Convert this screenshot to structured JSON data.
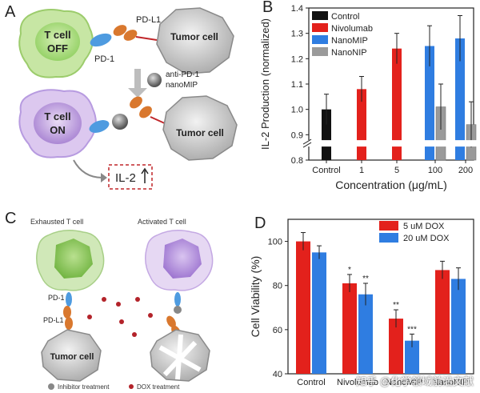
{
  "panels": {
    "a": "A",
    "b": "B",
    "c": "C",
    "d": "D"
  },
  "diagramA": {
    "tcell_off": [
      "T cell",
      "OFF"
    ],
    "tcell_on": [
      "T cell",
      "ON"
    ],
    "pdl1": "PD-L1",
    "pd1": "PD-1",
    "tumor1": "Tumor cell",
    "tumor2": "Tumor cell",
    "nanomip_label": [
      "anti-PD-1",
      "nanoMIP"
    ],
    "il2": "IL-2"
  },
  "diagramC": {
    "exhausted": "Exhausted T cell",
    "activated": "Activated T cell",
    "pd1": "PD-1",
    "pdl1": "PD-L1",
    "tumor": "Tumor cell",
    "legend_inhibitor": "Inhibitor treatment",
    "legend_dox": "DOX treatment"
  },
  "watermark": "知乎 @化学领域前沿文献",
  "colors": {
    "red": "#e3211c",
    "blue": "#2f7de1",
    "black": "#111111",
    "gray": "#9a9a9a"
  },
  "chart_data": [
    {
      "type": "bar",
      "panel": "B",
      "categories": [
        "Control",
        "1",
        "5",
        "100",
        "200"
      ],
      "series": [
        {
          "name": "Control",
          "color": "#111111",
          "values": [
            1.0,
            null,
            null,
            null,
            null
          ],
          "errors": [
            0.06,
            null,
            null,
            null,
            null
          ]
        },
        {
          "name": "Nivolumab",
          "color": "#e3211c",
          "values": [
            null,
            1.08,
            1.24,
            null,
            null
          ],
          "errors": [
            null,
            0.05,
            0.06,
            null,
            null
          ]
        },
        {
          "name": "NanoMIP",
          "color": "#2f7de1",
          "values": [
            null,
            null,
            null,
            1.25,
            1.28
          ],
          "errors": [
            null,
            null,
            null,
            0.08,
            0.09
          ]
        },
        {
          "name": "NanoNIP",
          "color": "#9a9a9a",
          "values": [
            null,
            null,
            null,
            1.01,
            0.94
          ],
          "errors": [
            null,
            null,
            null,
            0.09,
            0.09
          ]
        }
      ],
      "xlabel": "Concentration (μg/mL)",
      "ylabel": "IL-2 Production (normalized)",
      "ylim": [
        0.8,
        1.4
      ],
      "yticks": [
        "0.8",
        "0.9",
        "1.0",
        "1.1",
        "1.2",
        "1.3",
        "1.4"
      ],
      "legend": "top-left",
      "axis_break": true
    },
    {
      "type": "bar",
      "panel": "D",
      "categories": [
        "Control",
        "Nivolumab",
        "NanoMIP",
        "NanoNIP"
      ],
      "series": [
        {
          "name": "5 uM DOX",
          "color": "#e3211c",
          "values": [
            100,
            81,
            65,
            87
          ],
          "errors": [
            4,
            4,
            4,
            4
          ],
          "stars": [
            "",
            "*",
            "**",
            ""
          ]
        },
        {
          "name": "20 uM DOX",
          "color": "#2f7de1",
          "values": [
            95,
            76,
            55,
            83
          ],
          "errors": [
            3,
            5,
            3,
            5
          ],
          "stars": [
            "",
            "**",
            "***",
            ""
          ]
        }
      ],
      "ylabel": "Cell Viability (%)",
      "ylim": [
        40,
        110
      ],
      "yticks": [
        "40",
        "60",
        "80",
        "100"
      ],
      "legend": "top-right"
    }
  ]
}
